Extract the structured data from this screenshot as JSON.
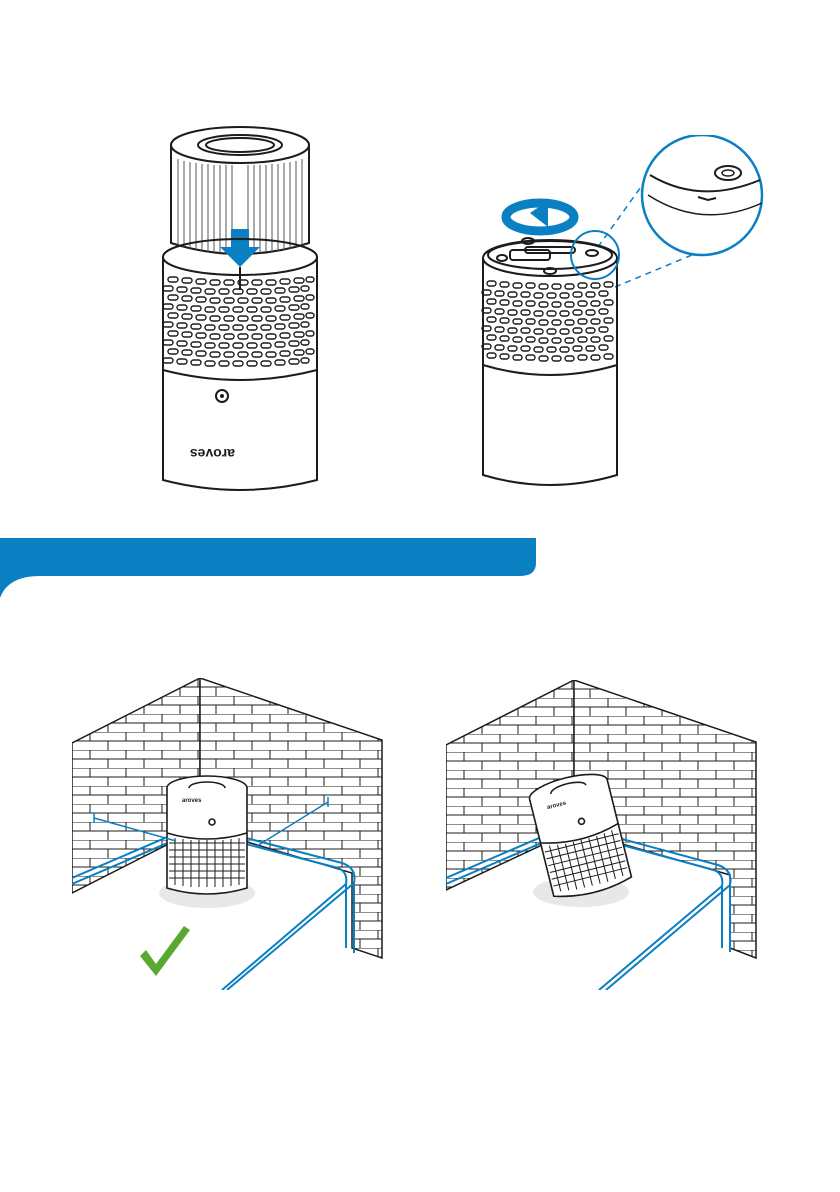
{
  "page": {
    "background": "#ffffff",
    "accent_color": "#0a7fc2",
    "accent_light": "#3aa6e0",
    "check_color": "#5aa832",
    "line_color": "#1c1c1c"
  },
  "step1": {
    "icons": [
      "purifier-icon",
      "filter-icon",
      "arrow-down-icon"
    ],
    "brand_text": "aroves"
  },
  "step2": {
    "icons": [
      "purifier-top-icon",
      "rotate-icon",
      "magnifier-circle-icon"
    ]
  },
  "section_banner": {
    "text": ""
  },
  "placement": {
    "correct": {
      "icons": [
        "wall-corner-icon",
        "purifier-icon",
        "check-icon"
      ],
      "brand_text": "aroves"
    },
    "incorrect": {
      "icons": [
        "wall-corner-icon",
        "tilted-purifier-icon"
      ],
      "brand_text": "aroves"
    }
  }
}
